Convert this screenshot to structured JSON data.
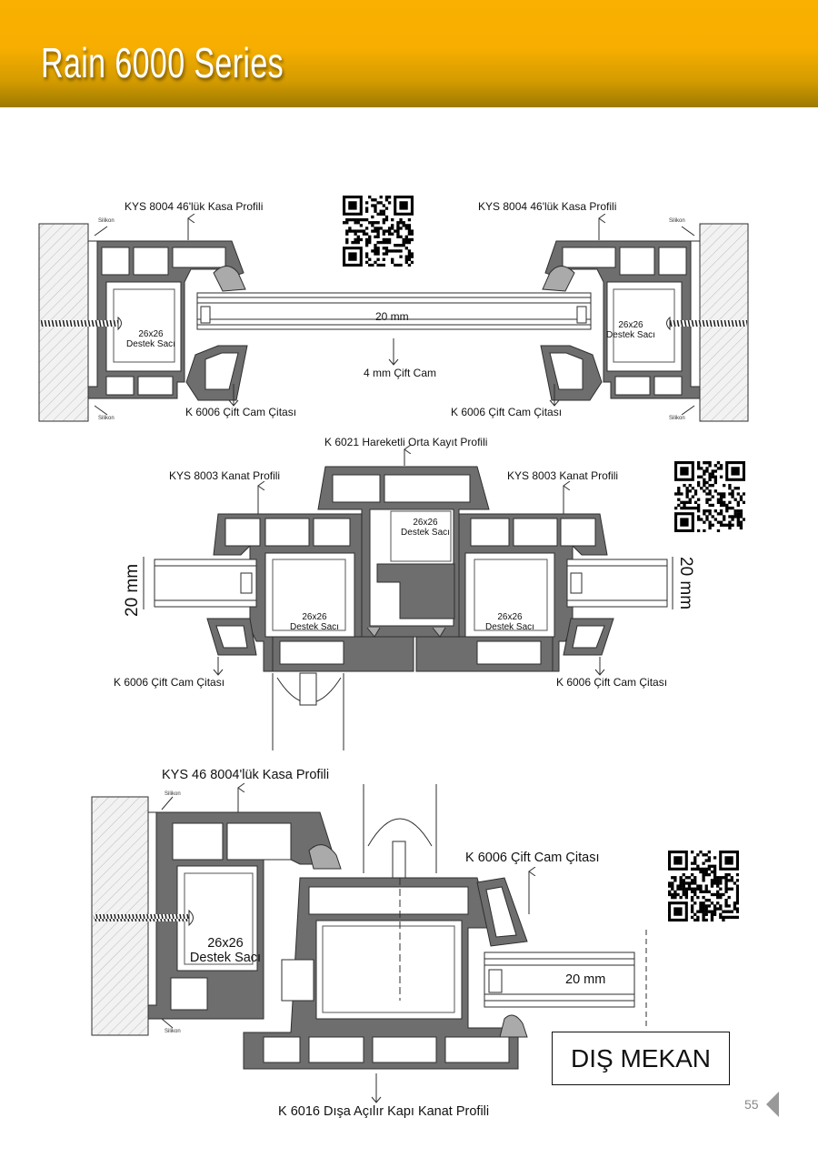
{
  "header": {
    "title": "Rain 6000 Series"
  },
  "diagram1": {
    "frame_label_left": "KYS 8004 46'lük Kasa Profili",
    "frame_label_right": "KYS 8004 46'lük Kasa Profili",
    "silicone": "Silikon",
    "glass_thickness": "20 mm",
    "glass_label": "4 mm Çift Cam",
    "steel_size": "26x26",
    "steel_label": "Destek Sacı",
    "bead_label_left": "K 6006 Çift Cam Çitası",
    "bead_label_right": "K 6006 Çift Cam Çitası"
  },
  "diagram2": {
    "mullion_label": "K 6021 Hareketli Orta Kayıt Profili",
    "sash_label_left": "KYS 8003 Kanat Profili",
    "sash_label_right": "KYS 8003 Kanat Profili",
    "steel_size": "26x26",
    "steel_label": "Destek Sacı",
    "glass_thickness": "20 mm",
    "bead_label_left": "K 6006 Çift Cam Çitası",
    "bead_label_right": "K 6006 Çift Cam Çitası"
  },
  "diagram3": {
    "frame_label": "KYS 46 8004'lük Kasa Profili",
    "silicone": "Silikon",
    "steel_size": "26x26",
    "steel_label": "Destek Sacı",
    "bead_label": "K 6006 Çift Cam Çitası",
    "glass_thickness": "20 mm",
    "outside_label": "DIŞ MEKAN",
    "sash_label": "K 6016 Dışa Açılır Kapı Kanat Profili"
  },
  "footer": {
    "page_number": "55"
  },
  "colors": {
    "header": "#f9b000",
    "profile": "#6e6e6e",
    "gasket": "#a9a9a9"
  }
}
